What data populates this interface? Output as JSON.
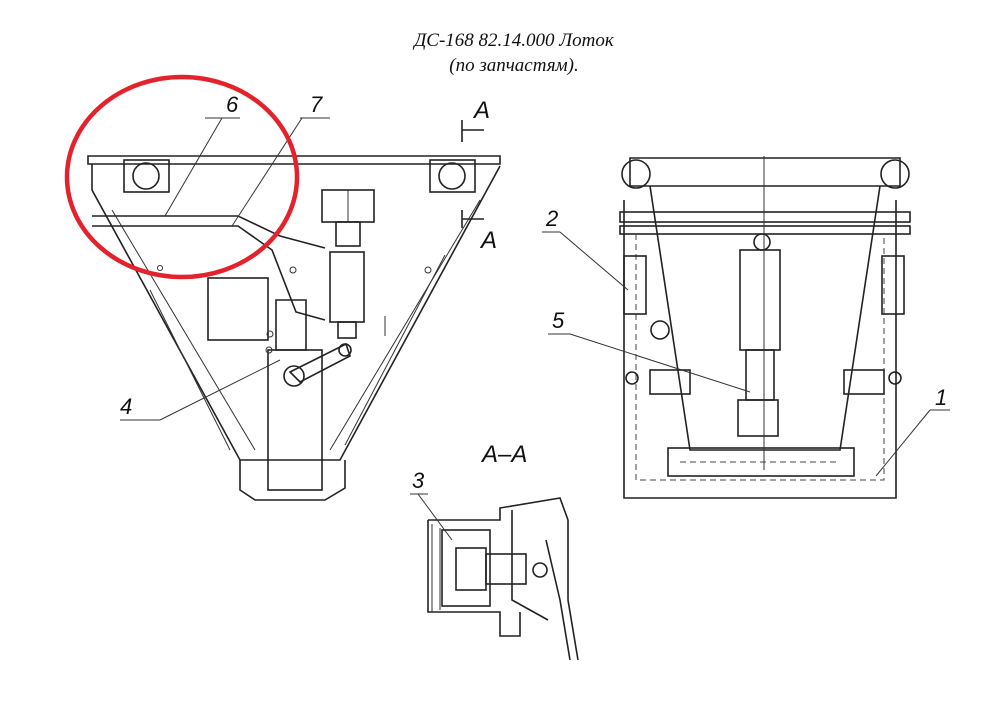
{
  "title": {
    "line1": "ДС-168 82.14.000 Лоток",
    "line2": "(по запчастям)."
  },
  "section_label": "A–A",
  "section_marks": [
    "A",
    "A"
  ],
  "callouts": {
    "c1": "1",
    "c2": "2",
    "c3": "3",
    "c4": "4",
    "c5": "5",
    "c6": "6",
    "c7": "7"
  },
  "highlight_color": "#e3222b"
}
